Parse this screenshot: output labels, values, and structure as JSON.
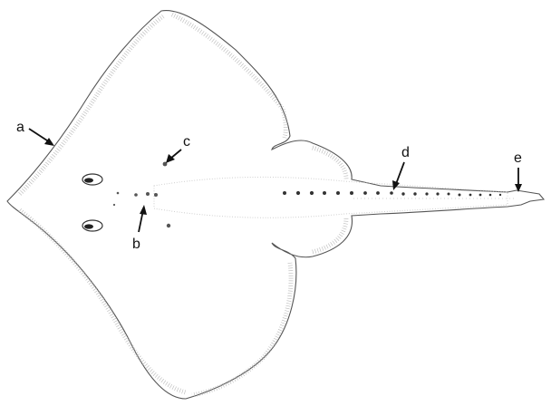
{
  "figure": {
    "labels": [
      "a",
      "b",
      "c",
      "d",
      "e"
    ]
  }
}
